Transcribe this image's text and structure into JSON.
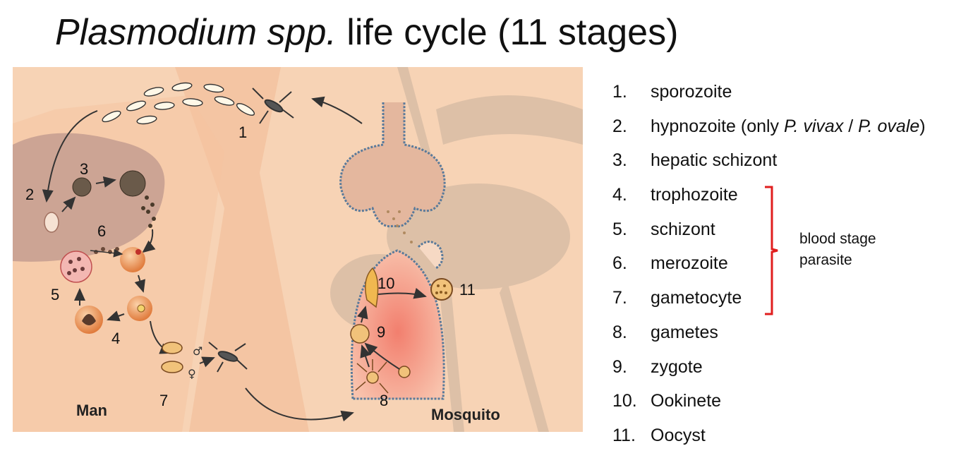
{
  "title": {
    "italic": "Plasmodium spp.",
    "rest": " life cycle (11 stages)"
  },
  "diagram": {
    "host_label": "Man",
    "vector_label": "Mosquito",
    "stage_numbers": [
      "1",
      "2",
      "3",
      "4",
      "5",
      "6",
      "7",
      "8",
      "9",
      "10",
      "11"
    ]
  },
  "stages": [
    {
      "num": "1.",
      "text": "sporozoite"
    },
    {
      "num": "2.",
      "text": "hypnozoite (only ",
      "italic1": "P. vivax",
      "mid": " / ",
      "italic2": "P. ovale",
      "end": ")"
    },
    {
      "num": "3.",
      "text": "hepatic schizont"
    },
    {
      "num": "4.",
      "text": "trophozoite"
    },
    {
      "num": "5.",
      "text": "schizont"
    },
    {
      "num": "6.",
      "text": "merozoite"
    },
    {
      "num": "7.",
      "text": "gametocyte"
    },
    {
      "num": "8.",
      "text": "gametes"
    },
    {
      "num": "9.",
      "text": "zygote"
    },
    {
      "num": "10.",
      "text": "Ookinete"
    },
    {
      "num": "11.",
      "text": "Oocyst"
    }
  ],
  "bracket_note": {
    "line1": "blood stage",
    "line2": "parasite"
  },
  "colors": {
    "bracket": "#e01e1e",
    "skin_background": "#f4c9a8",
    "midgut": "#f08a7a"
  }
}
